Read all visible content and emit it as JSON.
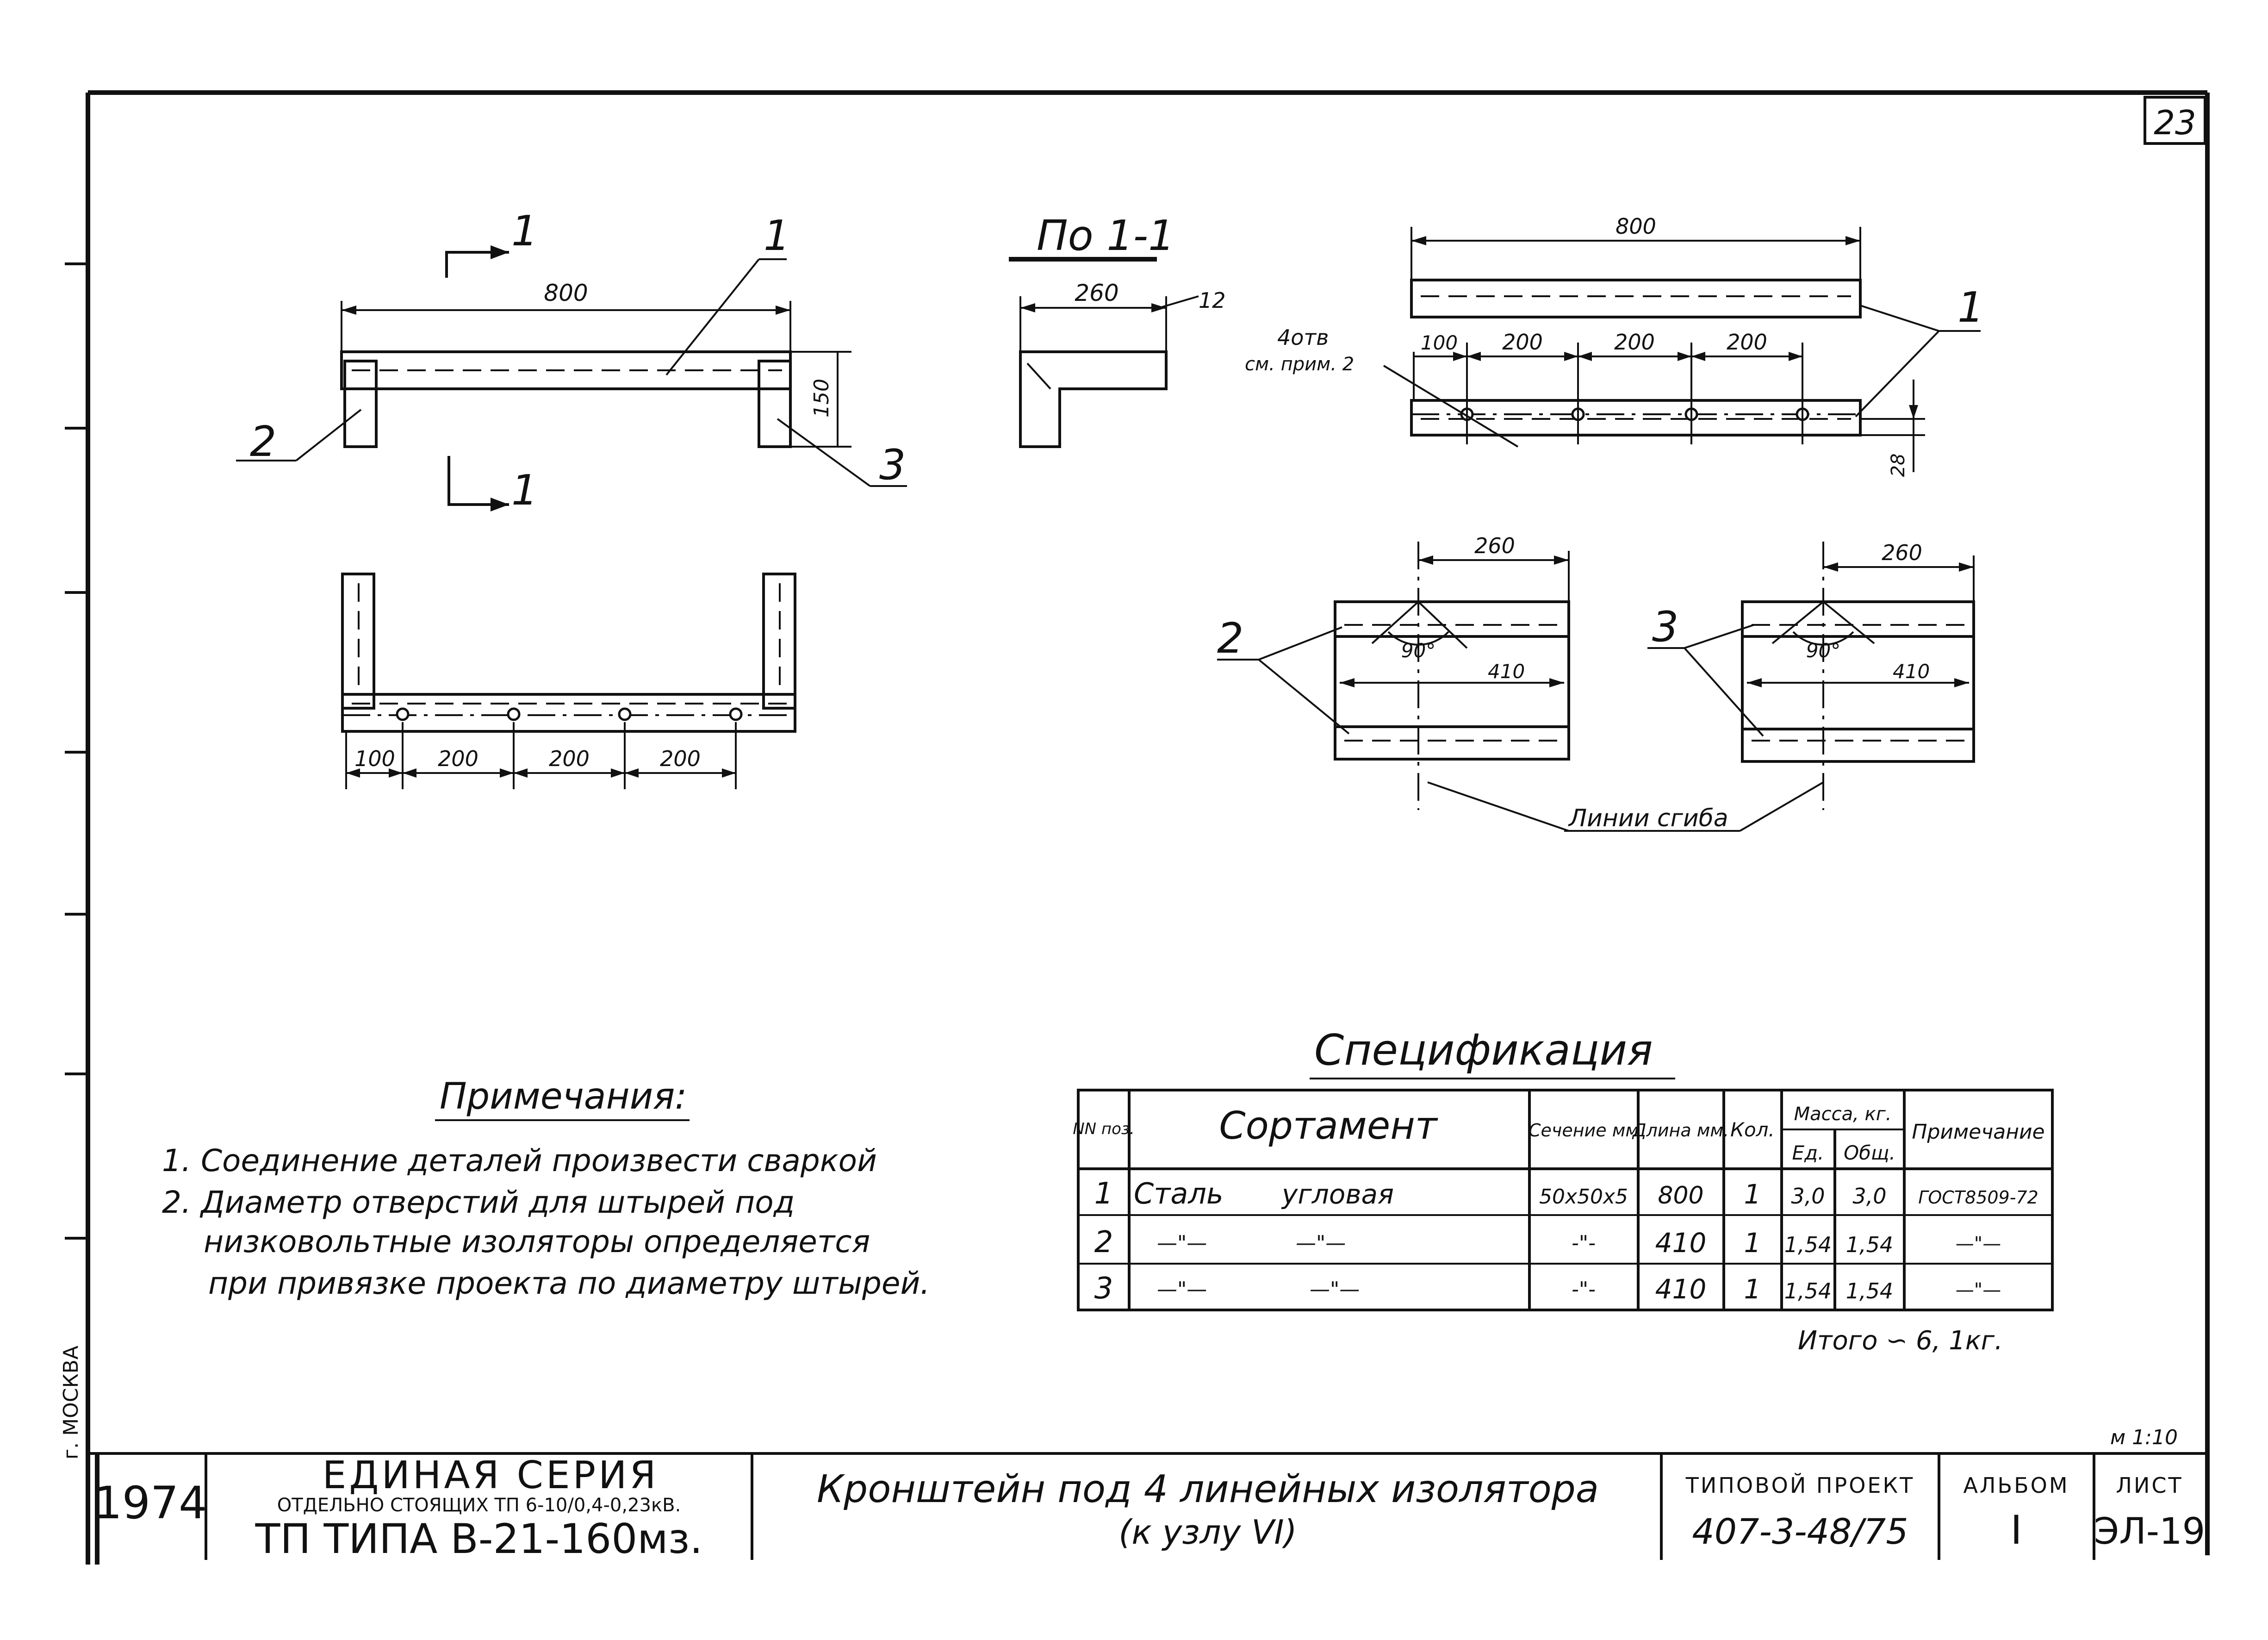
{
  "sheet_number": "23",
  "views": {
    "front": {
      "section_mark": "1",
      "dim_length": "800",
      "dim_height": "150",
      "leader_1": "1",
      "leader_2": "2",
      "leader_3": "3"
    },
    "plan": {
      "dims": [
        "100",
        "200",
        "200",
        "200"
      ]
    },
    "section": {
      "title": "По 1-1",
      "dim_width": "260",
      "dim_thick": "12"
    },
    "part1": {
      "dim_length": "800",
      "holes_label_line1": "4отв",
      "holes_label_line2": "см. прим. 2",
      "dims": [
        "100",
        "200",
        "200",
        "200"
      ],
      "dim_edge": "28",
      "leader": "1"
    },
    "part2": {
      "dim_width": "260",
      "angle": "90°",
      "dim_length": "410",
      "leader": "2"
    },
    "part3": {
      "dim_width": "260",
      "angle": "90°",
      "dim_length": "410",
      "leader": "3"
    },
    "bend_lines_label": "Линии сгиба"
  },
  "notes": {
    "title": "Примечания:",
    "lines": [
      "1. Соединение деталей произвести сваркой",
      "2. Диаметр отверстий для штырей под",
      "низковольтные изоляторы определяется",
      "при привязке проекта по диаметру штырей."
    ]
  },
  "spec": {
    "title": "Спецификация",
    "headers": {
      "pos": "NN поз.",
      "sortament": "Сортамент",
      "section": "Сечение мм",
      "length": "Длина мм.",
      "qty": "Кол.",
      "mass": "Масса, кг.",
      "mass_unit": "Ед.",
      "mass_total": "Общ.",
      "note": "Примечание"
    },
    "rows": [
      {
        "pos": "1",
        "name_a": "Сталь",
        "name_b": "угловая",
        "section": "50х50х5",
        "length": "800",
        "qty": "1",
        "unit": "3,0",
        "total": "3,0",
        "note": "ГОСТ8509-72"
      },
      {
        "pos": "2",
        "name_a": "—\"—",
        "name_b": "—\"—",
        "section": "-\"-",
        "length": "410",
        "qty": "1",
        "unit": "1,54",
        "total": "1,54",
        "note": "—\"—"
      },
      {
        "pos": "3",
        "name_a": "—\"—",
        "name_b": "—\"—",
        "section": "-\"-",
        "length": "410",
        "qty": "1",
        "unit": "1,54",
        "total": "1,54",
        "note": "—\"—"
      }
    ],
    "total": "Итого ∽ 6, 1кг."
  },
  "scale": "м 1:10",
  "side_label": "г. МОСКВА",
  "title_block": {
    "year": "1974",
    "series_line1": "ЕДИНАЯ СЕРИЯ",
    "series_line2": "ОТДЕЛЬНО СТОЯЩИХ ТП 6-10/0,4-0,23кВ.",
    "series_line3": "ТП ТИПА В-21-160мз.",
    "title_line1": "Кронштейн под 4 линейных изолятора",
    "title_line2": "(к узлу VI)",
    "project_label": "ТИПОВОЙ ПРОЕКТ",
    "project_value": "407-3-48/75",
    "album_label": "АЛЬБОМ",
    "album_value": "I",
    "sheet_label": "ЛИСТ",
    "sheet_value": "ЭЛ-19"
  }
}
